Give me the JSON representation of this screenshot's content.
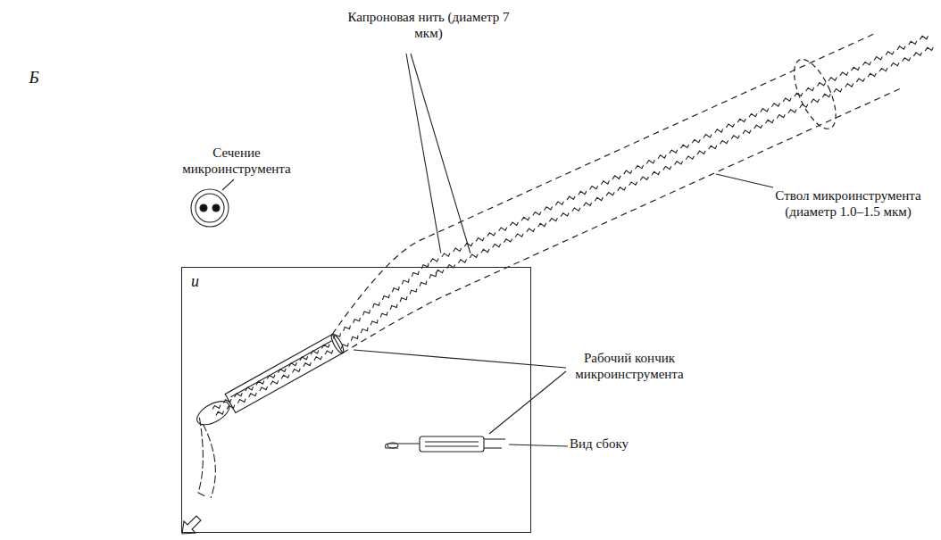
{
  "diagram": {
    "nodes": [
      {
        "text": [
          "и"
        ]
      }
    ],
    "labels": [
      "Б",
      "Капроновая нить (диаметр 7 мкм)",
      "Сечение микроинструмента",
      "Ствол микроинструмента (диаметр 1.0–1.5 мкм)",
      "Рабочий кончик микроинструмента",
      "Вид сбоку"
    ]
  }
}
